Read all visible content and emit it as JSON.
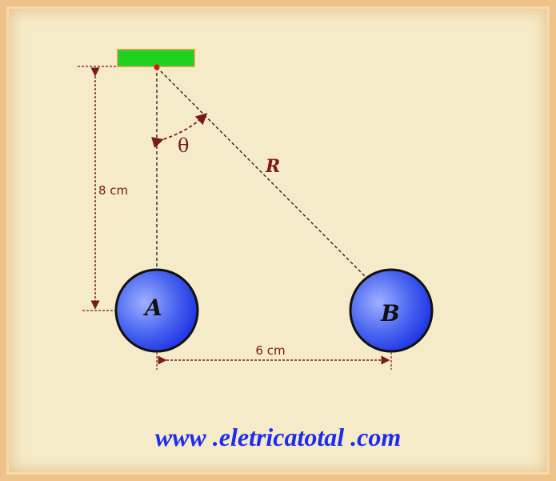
{
  "labels": {
    "angle": "θ",
    "string_length": "R",
    "height": "8 cm",
    "distance": "6 cm",
    "sphere_a": "A",
    "sphere_b": "B"
  },
  "footer": {
    "url": "www .eletricatotal .com"
  },
  "colors": {
    "support": "#1fd21f",
    "support_border": "#c99a3a",
    "pivot": "#e01010",
    "sphere_fill": "#4a66f0",
    "sphere_stroke": "#111111",
    "dimension": "#7a1a1a",
    "string": "#333333",
    "footer_text": "#1f2cf0"
  }
}
